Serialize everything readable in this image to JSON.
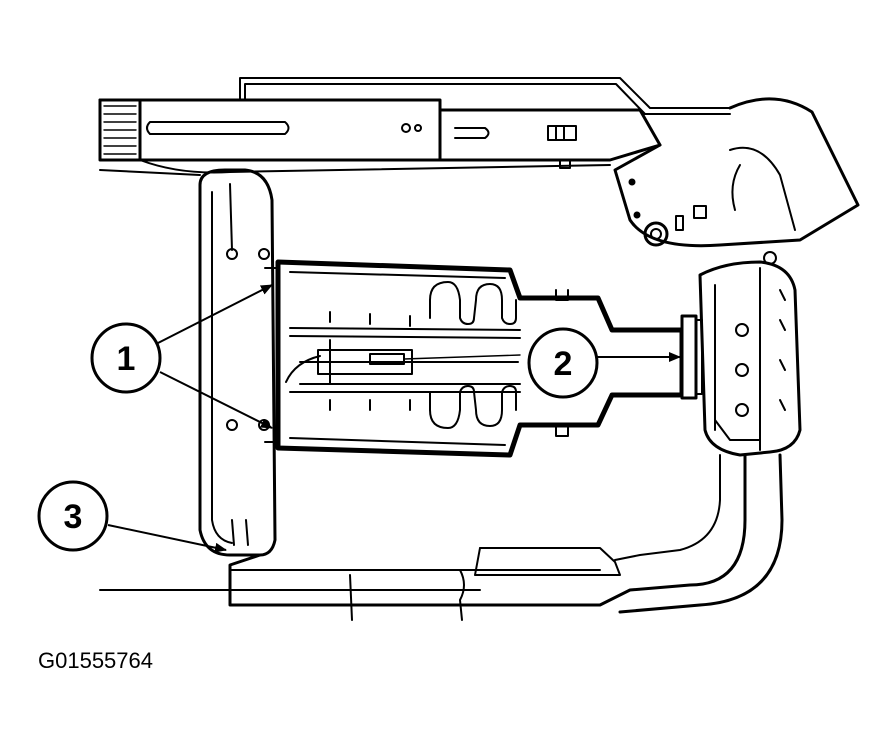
{
  "figure_id": "G01555764",
  "callouts": [
    {
      "label": "1"
    },
    {
      "label": "2"
    },
    {
      "label": "3"
    }
  ]
}
